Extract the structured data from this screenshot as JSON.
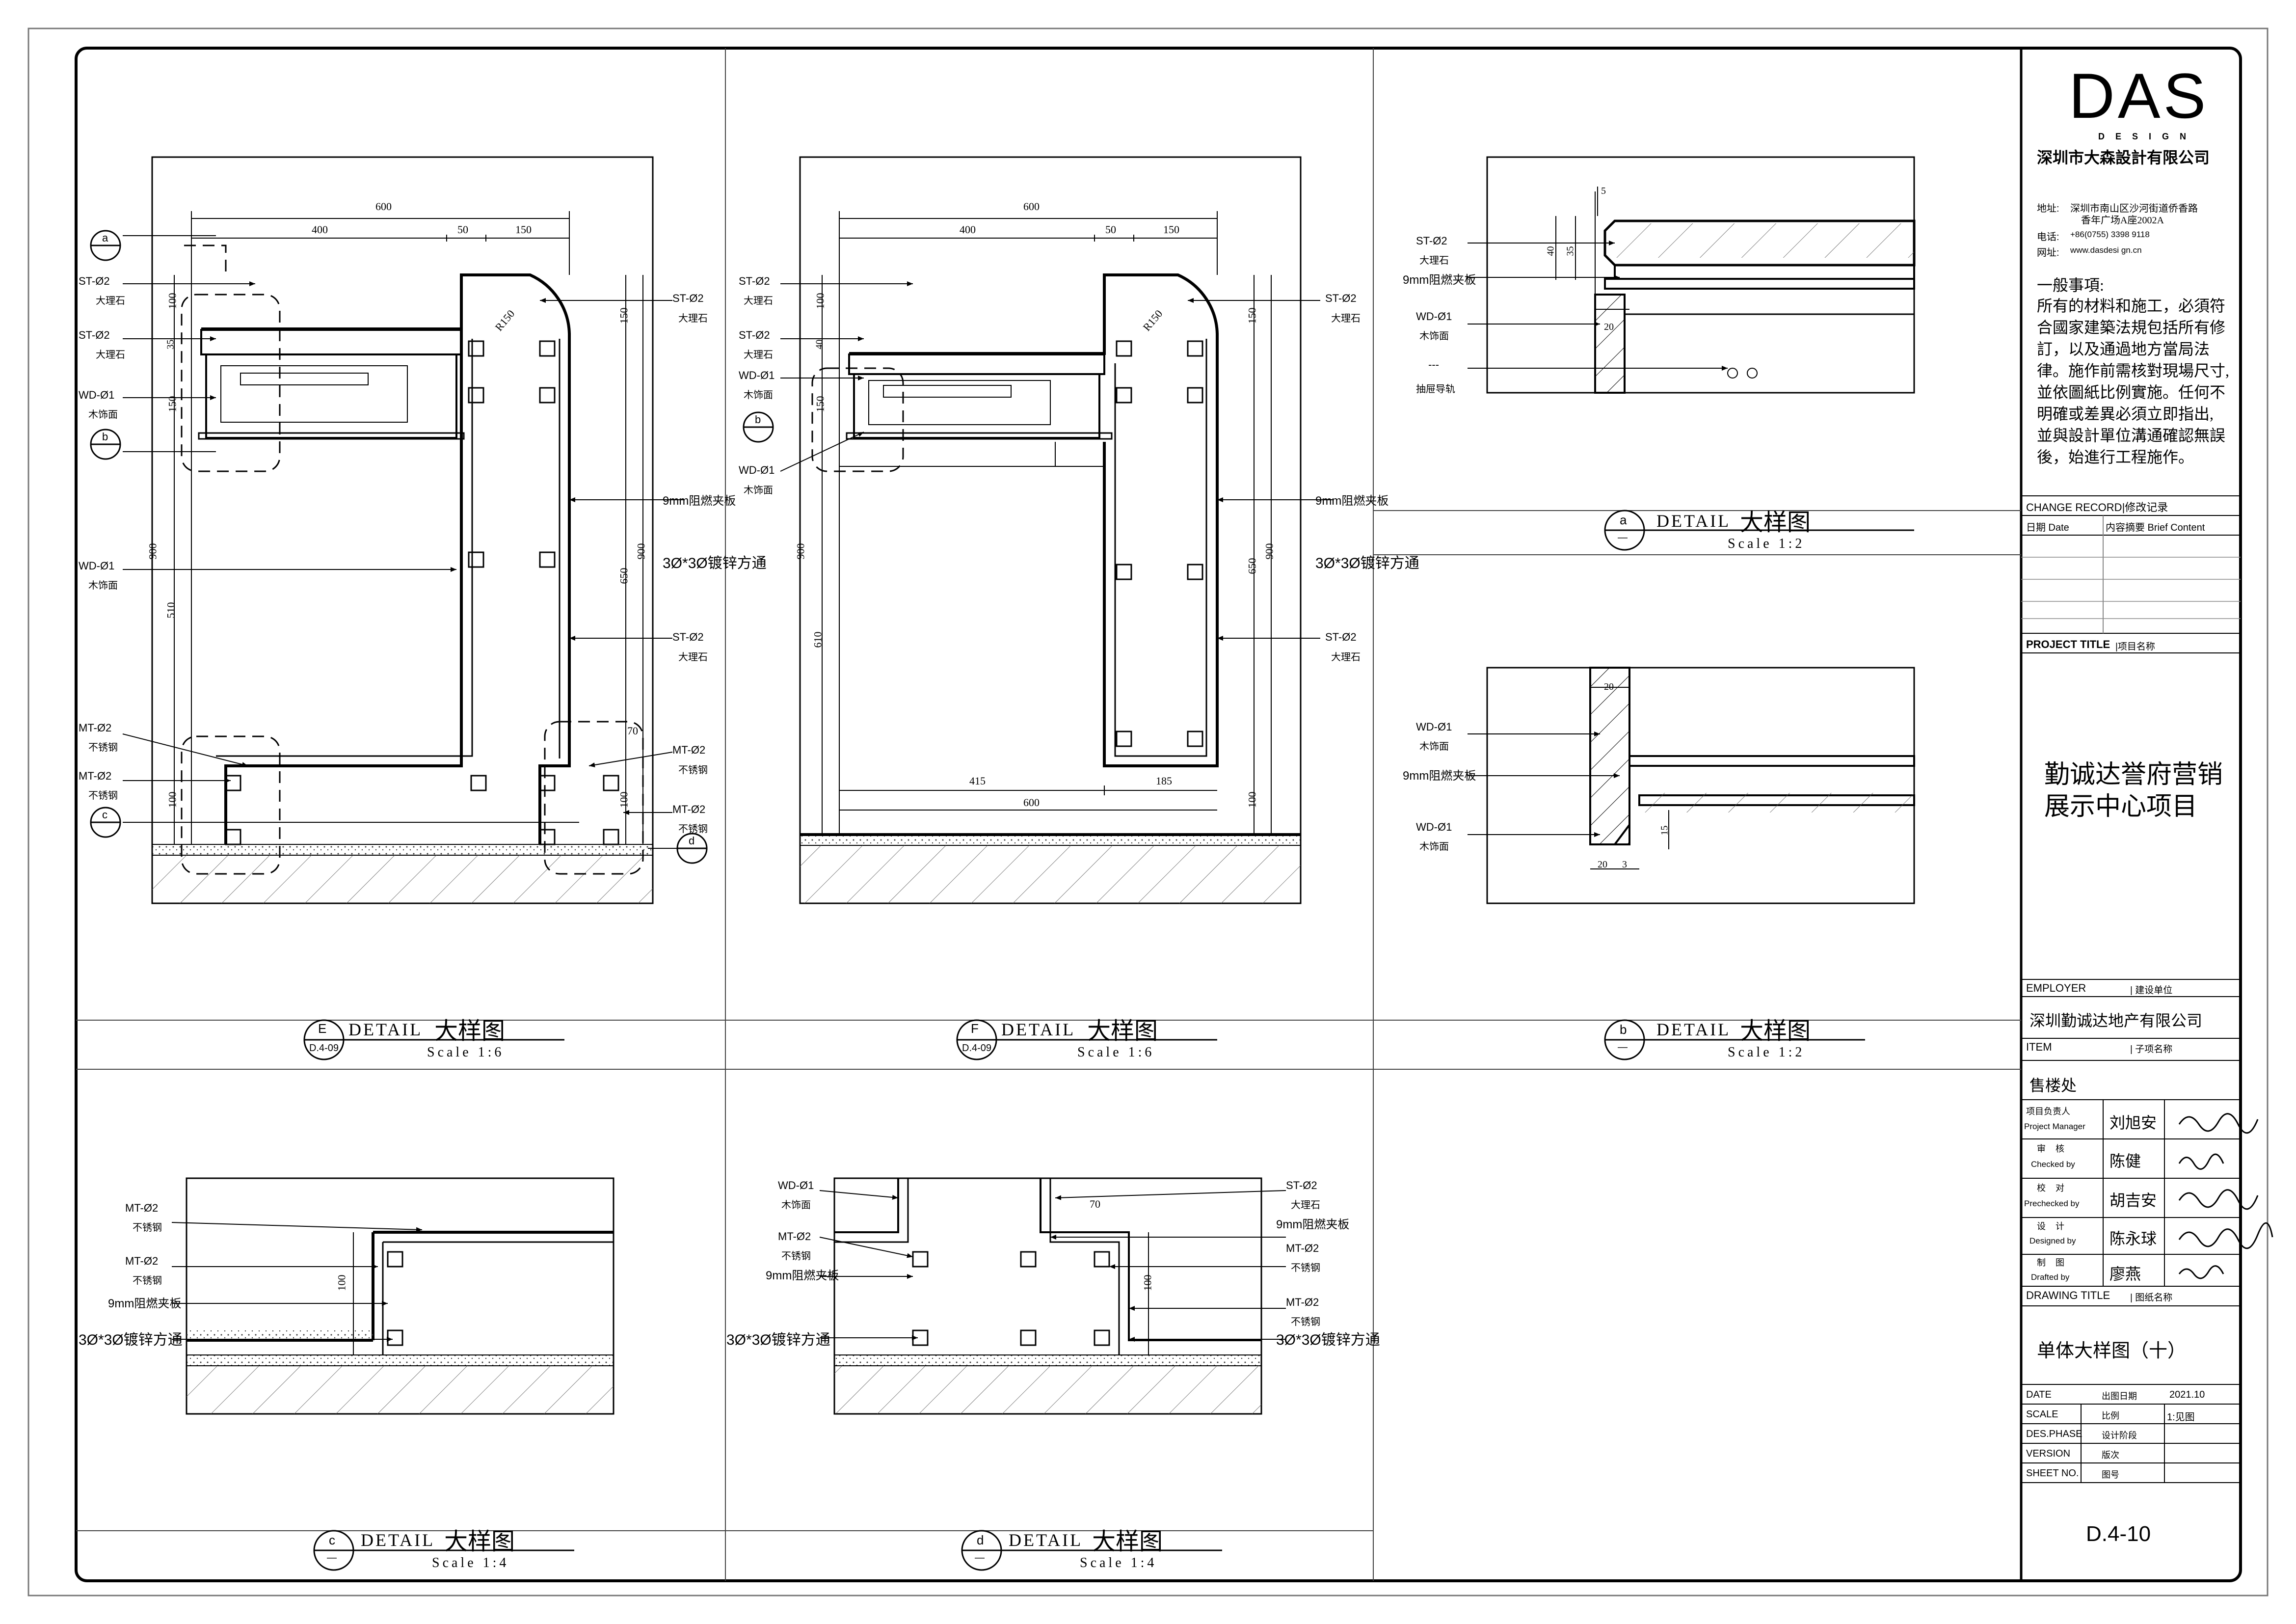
{
  "firm": {
    "logo_text": "DAS",
    "logo_sub": "DESIGN",
    "company_name": "深圳市大森設計有限公司",
    "address_label": "地址:",
    "address_line1": "深圳市南山区沙河街道侨香路",
    "address_line2": "香年广场A座2002A",
    "phone_label": "电话:",
    "phone": "+86(0755) 3398 9118",
    "web_label": "网址:",
    "web": "www.dasdesi gn.cn"
  },
  "notes": {
    "title": "一般事項:",
    "lines": [
      "所有的材料和施工，必須符",
      "合國家建築法規包括所有修",
      "訂，以及通過地方當局法",
      "律。施作前需核對現場尺寸,",
      "並依圖紙比例實施。任何不",
      "明確或差異必須立即指出,",
      "並與設計單位溝通確認無誤",
      "後，始進行工程施作。"
    ]
  },
  "change_record": {
    "title": "CHANGE RECORD|修改记录",
    "col_date": "日期 Date",
    "col_content": "内容摘要  Brief Content"
  },
  "project": {
    "label": "PROJECT TITLE",
    "label_cn": "|项目名称",
    "title_line1": "勤诚达誉府营销",
    "title_line2": "展示中心项目"
  },
  "employer": {
    "label": "EMPLOYER",
    "label_cn": "| 建设单位",
    "value": "深圳勤诚达地产有限公司"
  },
  "item": {
    "label": "ITEM",
    "label_cn": "| 子项名称",
    "value": "售楼处"
  },
  "signatures": [
    {
      "role_cn": "项目负责人",
      "role_en": "Project Manager",
      "name": "刘旭安"
    },
    {
      "role_cn": "审    核",
      "role_en": "Checked by",
      "name": "陈健"
    },
    {
      "role_cn": "校    对",
      "role_en": "Prechecked by",
      "name": "胡吉安"
    },
    {
      "role_cn": "设    计",
      "role_en": "Designed by",
      "name": "陈永球"
    },
    {
      "role_cn": "制    图",
      "role_en": "Drafted by",
      "name": "廖燕"
    }
  ],
  "drawing": {
    "label": "DRAWING TITLE",
    "label_cn": "| 图纸名称",
    "title": "单体大样图（十）"
  },
  "meta": [
    {
      "label": "DATE",
      "label_cn": "出图日期",
      "value": "2021.10"
    },
    {
      "label": "SCALE",
      "label_cn": "比例",
      "value": "1:见图"
    },
    {
      "label": "DES.PHASE",
      "label_cn": "设计阶段",
      "value": ""
    },
    {
      "label": "VERSION",
      "label_cn": "版次",
      "value": ""
    },
    {
      "label": "SHEET NO.",
      "label_cn": "图号",
      "value": ""
    }
  ],
  "sheet_no": "D.4-10",
  "details": [
    {
      "id": "E",
      "ref": "D.4-09",
      "title_en": "DETAIL",
      "title_cn": "大样图",
      "scale": "Scale 1:6"
    },
    {
      "id": "F",
      "ref": "D.4-09",
      "title_en": "DETAIL",
      "title_cn": "大样图",
      "scale": "Scale 1:6"
    },
    {
      "id": "a",
      "ref": "—",
      "title_en": "DETAIL",
      "title_cn": "大样图",
      "scale": "Scale 1:2"
    },
    {
      "id": "b",
      "ref": "—",
      "title_en": "DETAIL",
      "title_cn": "大样图",
      "scale": "Scale 1:2"
    },
    {
      "id": "c",
      "ref": "—",
      "title_en": "DETAIL",
      "title_cn": "大样图",
      "scale": "Scale 1:4"
    },
    {
      "id": "d",
      "ref": "—",
      "title_en": "DETAIL",
      "title_cn": "大样图",
      "scale": "Scale 1:4"
    }
  ],
  "materials": {
    "st02": {
      "code": "ST-Ø2",
      "name": "大理石"
    },
    "wd01": {
      "code": "WD-Ø1",
      "name": "木饰面"
    },
    "mt02": {
      "code": "MT-Ø2",
      "name": "不锈钢"
    },
    "board": "9mm阻燃夹板",
    "tube": "3Ø*3Ø镀锌方通",
    "rail_code": "---",
    "rail": "抽屉导轨"
  },
  "dims": {
    "E": {
      "top": "600",
      "a": "400",
      "b": "50",
      "c": "150",
      "r": "R150",
      "h900": "900",
      "h510": "510",
      "h650": "650",
      "h150r": "150",
      "h100": "100",
      "h35": "35",
      "h150l": "150",
      "w70": "70",
      "h100b": "100",
      "h100r": "100"
    },
    "F": {
      "top": "600",
      "a": "400",
      "b": "50",
      "c": "150",
      "r": "R150",
      "h900": "900",
      "h610": "610",
      "h650": "650",
      "h150r": "150",
      "h100": "100",
      "h40": "40",
      "h150l": "150",
      "w415": "415",
      "w185": "185",
      "bot": "600",
      "h100r": "100"
    },
    "a": {
      "d5": "5",
      "d40": "40",
      "d35": "35",
      "d20": "20"
    },
    "b": {
      "d20a": "20",
      "d15": "15",
      "d20b": "20",
      "d3": "3"
    },
    "c": {
      "d100": "100"
    },
    "d": {
      "d70": "70",
      "d100": "100"
    },
    "E_tags": {
      "top": "a",
      "mid": "b",
      "bot": "c",
      "right": "d"
    },
    "F_tags": {
      "mid": "b"
    }
  }
}
